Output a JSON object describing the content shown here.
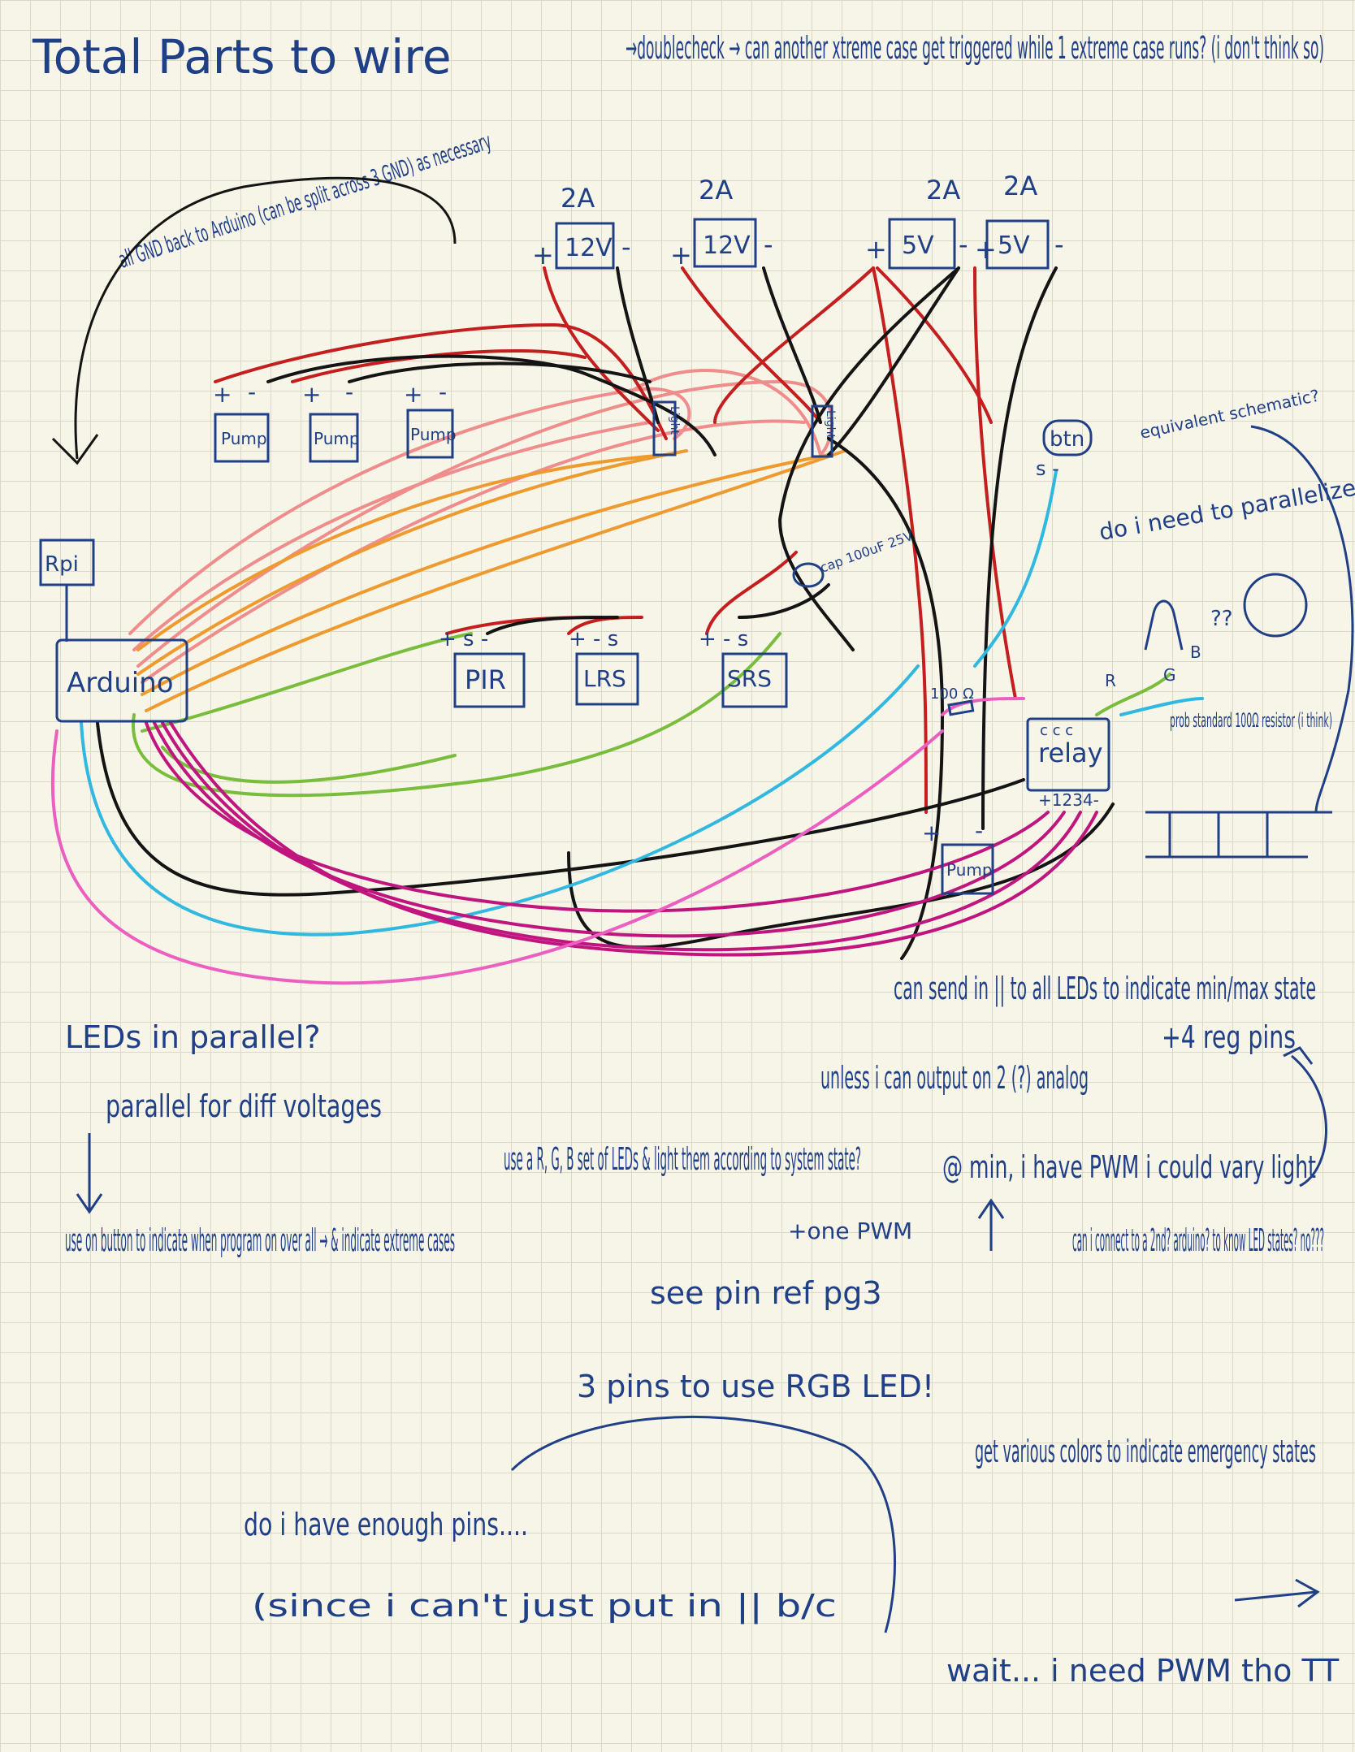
{
  "colors": {
    "ink": "#1f3f86",
    "red": "#c41e1e",
    "black": "#141414",
    "pink": "#ef8c8c",
    "orange": "#ee9a2e",
    "green": "#78bd3c",
    "cyan": "#30b8e0",
    "magenta": "#c0157f",
    "hotpink": "#ec5fc0",
    "paper": "#f7f4e8"
  },
  "title": "Total Parts to wire",
  "doublecheck_note": "→doublecheck → can another xtreme case get triggered while 1 extreme case runs? (i don't think so)",
  "ground_note": "all GND back to Arduino (can be split across 3 GND) as necessary",
  "supplies": [
    {
      "label": "12V",
      "current": "2A",
      "plus": "+",
      "minus": "-"
    },
    {
      "label": "12V",
      "current": "2A",
      "plus": "+",
      "minus": "-"
    },
    {
      "label": "5V",
      "current": "2A",
      "plus": "+",
      "minus": "-"
    },
    {
      "label": "5V",
      "current": "2A",
      "plus": "+",
      "minus": "-"
    }
  ],
  "pumps": [
    {
      "label": "Pump",
      "plus": "+",
      "minus": "-"
    },
    {
      "label": "Pump",
      "plus": "+",
      "minus": "-"
    },
    {
      "label": "Pump",
      "plus": "+",
      "minus": "-"
    },
    {
      "label": "Pump",
      "plus": "+",
      "minus": "-"
    }
  ],
  "lights": [
    "Light",
    "Light"
  ],
  "button": {
    "label": "btn",
    "pins": "s -"
  },
  "rpi": "Rpi",
  "arduino": "Arduino",
  "sensors": [
    {
      "label": "PIR",
      "pins": "+ s -"
    },
    {
      "label": "LRS",
      "pins": "+ - s"
    },
    {
      "label": "SRS",
      "pins": "+ - s"
    }
  ],
  "cap": "cap 100uF 25V",
  "resistor": "100 Ω",
  "relay": {
    "label": "relay",
    "top_pins": "c c c",
    "bottom_pins": "+1234-"
  },
  "led_symbol": {
    "r": "R",
    "g": "G",
    "b": "B"
  },
  "right_notes": {
    "equivalent": "equivalent schematic?",
    "parallelize": "do i need to parallelize?",
    "question_marks": "??",
    "resistor_note": "prob standard 100Ω resistor (i think)"
  },
  "notes": {
    "leds_parallel": "LEDs in parallel?",
    "parallel_voltages": "parallel for diff voltages",
    "button_note": "use on button to indicate when program on over all → & indicate extreme cases",
    "pins_question": "do i have enough pins....",
    "since_cant": "(since i can't just put in || b/c",
    "rgb_set": "use a R, G, B set of LEDs & light them according to system state?",
    "one_pwm": "+one PWM",
    "pin_ref": "see pin ref pg3",
    "three_pins": "3 pins to use RGB LED!",
    "colors_states": "get various colors to indicate emergency states",
    "need_pwm": "wait... i need PWM tho TT",
    "send_parallel": "can send in || to all LEDs to indicate min/max state",
    "analog_output": "unless i can output on 2 (?) analog",
    "reg_pins": "+4 reg pins",
    "pwm_light": "@ min, i have PWM i could vary light",
    "second_arduino": "can i connect to a 2nd? arduino? to know LED states? no???"
  }
}
